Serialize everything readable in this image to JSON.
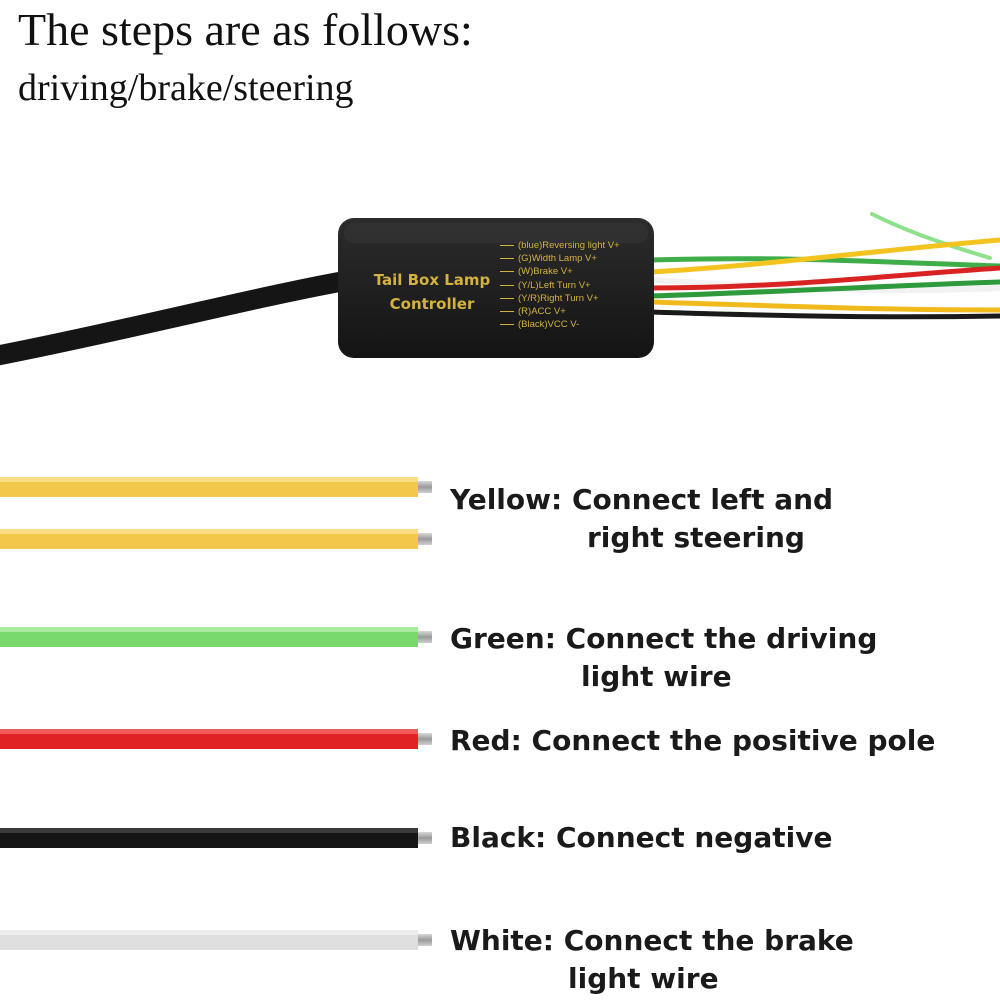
{
  "heading": {
    "title": "The steps are as follows:",
    "subtitle": "driving/brake/steering"
  },
  "controller": {
    "title_line1": "Tail Box Lamp",
    "title_line2": "Controller",
    "pins": [
      "(blue)Reversing light V+",
      "(G)Width Lamp V+",
      "(W)Brake V+",
      "(Y/L)Left Turn V+",
      "(Y/R)Right Turn V+",
      "(R)ACC V+",
      "(Black)VCC V-"
    ],
    "text_color": "#d4b240",
    "box_color": "#1e1e1e"
  },
  "wires": [
    {
      "color_name": "Yellow",
      "color": "#f2c84b",
      "line1": "Yellow: Connect left and",
      "line2": "right steering",
      "line2_indent": "137px"
    },
    {
      "color_name": "Green",
      "color": "#7ad96c",
      "line1": "Green:  Connect the driving",
      "line2": "light wire",
      "line2_indent": "131px"
    },
    {
      "color_name": "Red",
      "color": "#e02222",
      "line1": "Red:  Connect the positive pole",
      "line2": ""
    },
    {
      "color_name": "Black",
      "color": "#161616",
      "line1": "Black:  Connect negative",
      "line2": ""
    },
    {
      "color_name": "White",
      "color": "#dedede",
      "line1": "White:  Connect the brake",
      "line2": "light wire",
      "line2_indent": "118px"
    }
  ]
}
